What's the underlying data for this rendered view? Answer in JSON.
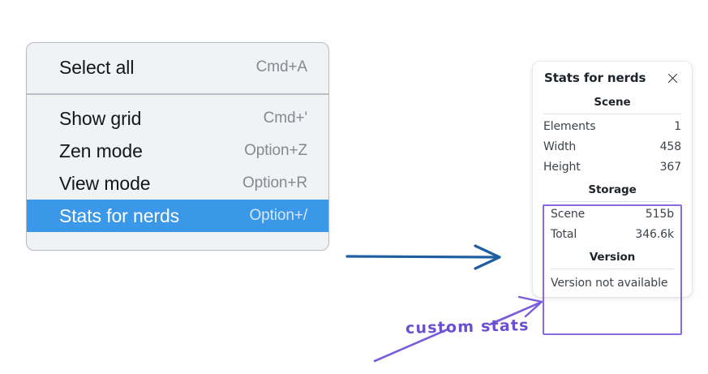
{
  "context_menu": {
    "groups": [
      {
        "items": [
          {
            "label": "Select all",
            "shortcut": "Cmd+A",
            "selected": false
          }
        ]
      },
      {
        "items": [
          {
            "label": "Show grid",
            "shortcut": "Cmd+'",
            "selected": false
          },
          {
            "label": "Zen mode",
            "shortcut": "Option+Z",
            "selected": false
          },
          {
            "label": "View mode",
            "shortcut": "Option+R",
            "selected": false
          },
          {
            "label": "Stats for nerds",
            "shortcut": "Option+/",
            "selected": true
          }
        ]
      }
    ],
    "highlight_color": "#3b97e8"
  },
  "stats_panel": {
    "title": "Stats for nerds",
    "close_icon": "close-icon",
    "sections": [
      {
        "heading": "Scene",
        "rows": [
          {
            "key": "Elements",
            "value": "1"
          },
          {
            "key": "Width",
            "value": "458"
          },
          {
            "key": "Height",
            "value": "367"
          }
        ]
      },
      {
        "heading": "Storage",
        "rows": [
          {
            "key": "Scene",
            "value": "515b"
          },
          {
            "key": "Total",
            "value": "346.6k"
          }
        ]
      },
      {
        "heading": "Version",
        "note": "Version not available"
      }
    ]
  },
  "annotations": {
    "custom_stats_label": "custom stats",
    "purple_color": "#8a6ae2",
    "blue_arrow_color": "#1f5fa0"
  }
}
